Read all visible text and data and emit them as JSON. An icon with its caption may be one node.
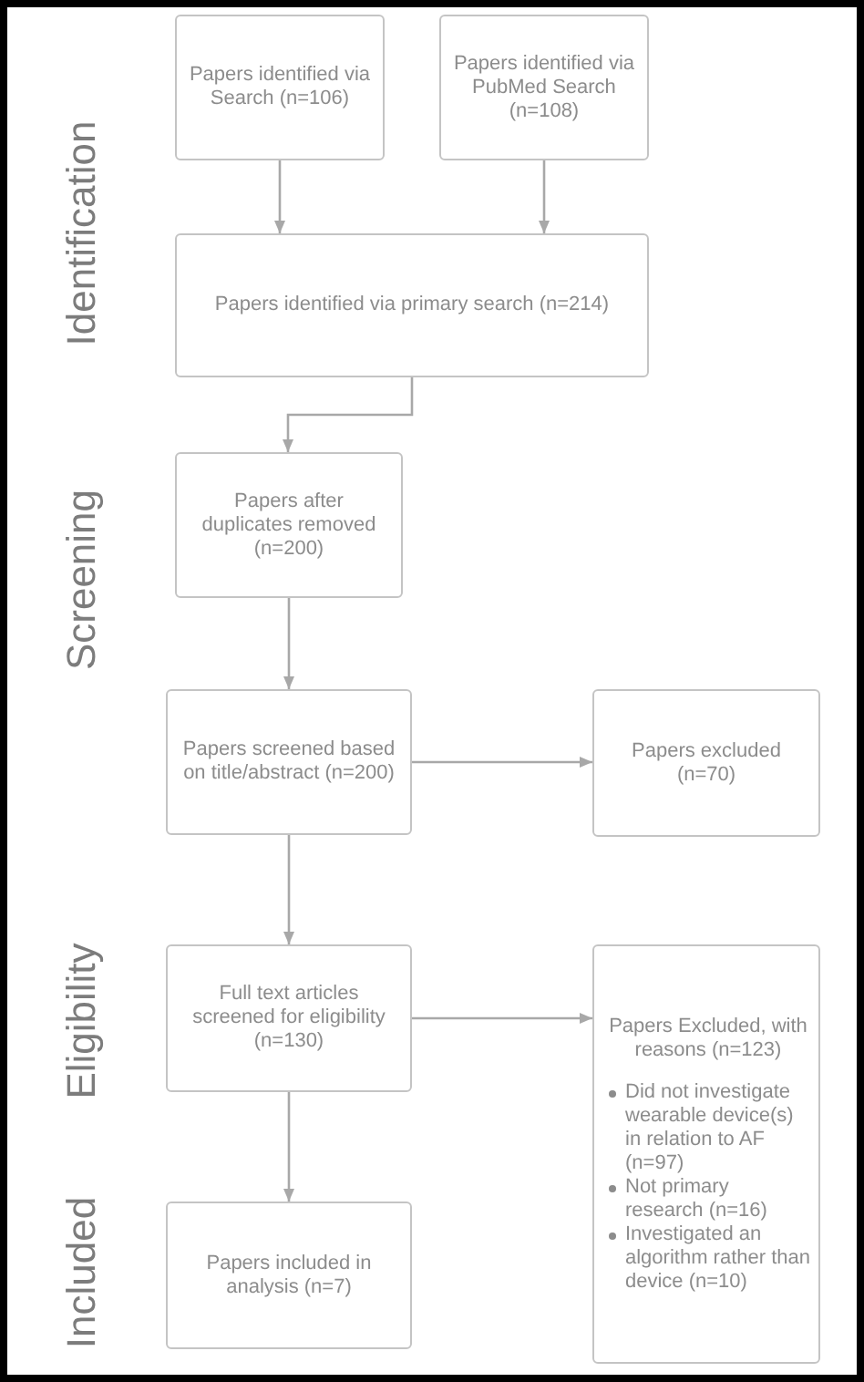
{
  "diagram": {
    "nodes": [
      {
        "text": [
          "Papers identified via Search (n=106)"
        ]
      },
      {
        "text": [
          "Papers identified via PubMed Search (n=108)"
        ]
      },
      {
        "text": [
          "Papers identified via primary search (n=214)"
        ]
      },
      {
        "text": [
          "Papers after duplicates removed (n=200)"
        ]
      },
      {
        "text": [
          "Papers screened based on title/abstract (n=200)"
        ]
      },
      {
        "text": [
          "Papers excluded (n=70)"
        ]
      },
      {
        "text": [
          "Full text articles screened for eligibility (n=130)"
        ]
      },
      {
        "text": [
          "Papers Excluded, with reasons (n=123)",
          "Did not investigate wearable device(s) in relation to AF (n=97)",
          "Not primary research (n=16)",
          "Investigated an algorithm rather than device (n=10)"
        ]
      },
      {
        "text": [
          "Papers included in analysis (n=7)"
        ]
      }
    ],
    "edges": [
      {
        "from": 0,
        "to": 2,
        "arrow": "to"
      },
      {
        "from": 1,
        "to": 2,
        "arrow": "to"
      },
      {
        "from": 2,
        "to": 3,
        "arrow": "to"
      },
      {
        "from": 3,
        "to": 4,
        "arrow": "to"
      },
      {
        "from": 4,
        "to": 5,
        "arrow": "to"
      },
      {
        "from": 4,
        "to": 6,
        "arrow": "to"
      },
      {
        "from": 6,
        "to": 7,
        "arrow": "to"
      },
      {
        "from": 6,
        "to": 8,
        "arrow": "to"
      }
    ],
    "labels": [
      "Identification",
      "Screening",
      "Eligibility",
      "Included"
    ]
  }
}
